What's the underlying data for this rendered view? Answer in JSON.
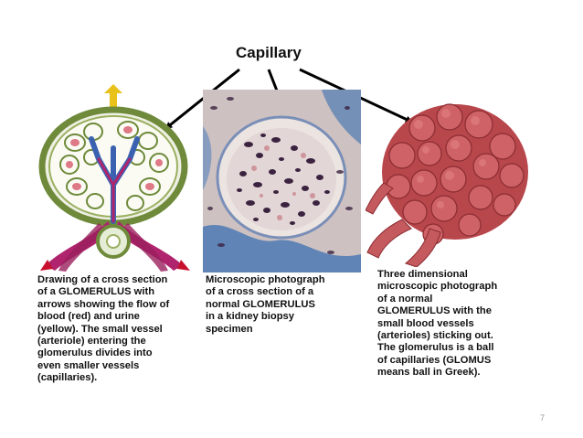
{
  "slide": {
    "title": "Capillary",
    "page_number": "7",
    "captions": {
      "drawing": [
        "Drawing of a cross section",
        "of a GLOMERULUS with",
        "arrows showing the flow of",
        "blood (red) and urine",
        "(yellow). The small vessel",
        "(arteriole) entering the",
        "glomerulus divides into",
        "even smaller vessels",
        "(capillaries)."
      ],
      "microscopic": [
        "Microscopic photograph",
        "of a cross section of a",
        "normal GLOMERULUS",
        "in a kidney biopsy",
        "specimen"
      ],
      "three_d": [
        "Three dimensional",
        "microscopic photograph",
        "of a normal",
        "GLOMERULUS with the",
        "small blood vessels",
        "(arterioles) sticking out.",
        "The glomerulus is a ball",
        "of capillaries (GLOMUS",
        "means ball in Greek)."
      ]
    },
    "colors": {
      "blood_red": "#c8102e",
      "urine_yellow": "#e8c21a",
      "magenta_vessel": "#b0246e",
      "capsule_green": "#6e8a3a",
      "tissue_blue": "#3a6fb0",
      "tissue_pink": "#c06070",
      "ball_red": "#b8474c"
    }
  }
}
